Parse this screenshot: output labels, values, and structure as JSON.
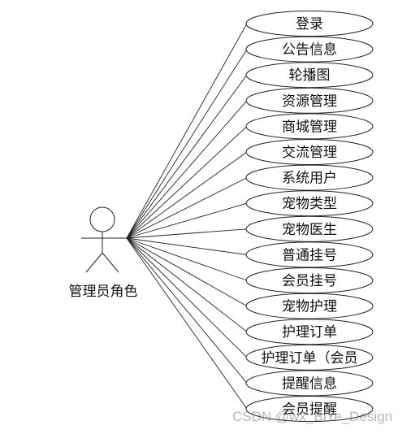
{
  "actor": {
    "label": "管理员角色"
  },
  "use_cases": [
    "登录",
    "公告信息",
    "轮播图",
    "资源管理",
    "商城管理",
    "交流管理",
    "系统用户",
    "宠物类型",
    "宠物医生",
    "普通挂号",
    "会员挂号",
    "宠物护理",
    "护理订单",
    "护理订单（会员",
    "提醒信息",
    "会员提醒"
  ],
  "watermark": "CSDN @wx_BiYe_Design",
  "colors": {
    "stroke": "#222222",
    "ellipse_fill": "#ffffff",
    "text": "#111111"
  }
}
